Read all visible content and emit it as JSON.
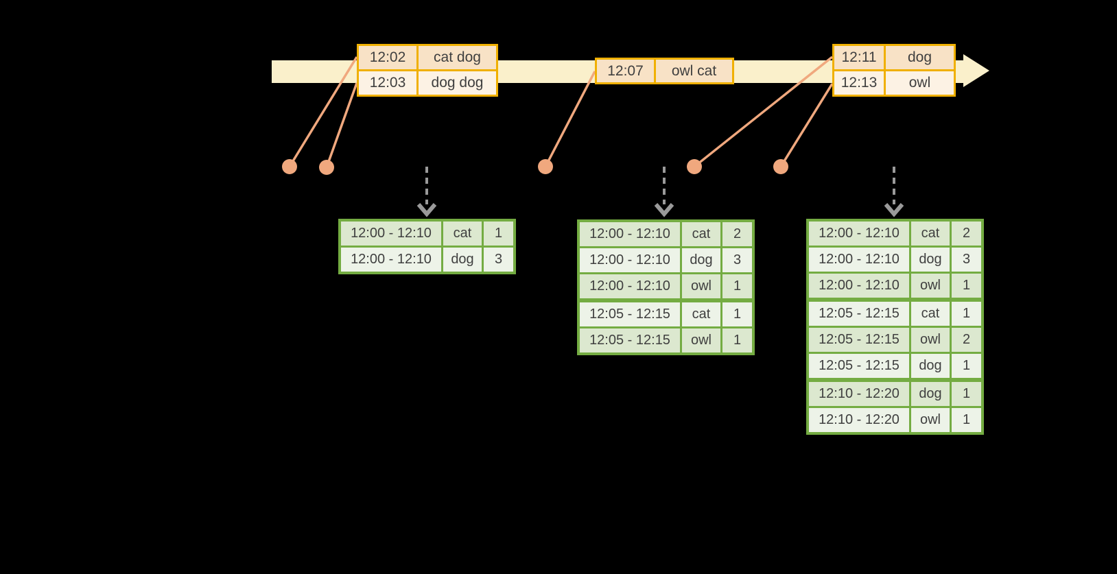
{
  "colors": {
    "background": "#000000",
    "band": "#FAF0CB",
    "event-border": "#F0B000",
    "event-row-dark": "#F8E2C6",
    "event-row-light": "#FCF2E4",
    "salmon": "#F0A87E",
    "green-border": "#74AC42",
    "green-row-dark": "#DCE8CF",
    "green-row-light": "#EDF3E8",
    "arrow-gray": "#9A9A9A",
    "text": "#3F3F3F"
  },
  "event_tables": [
    {
      "rows": [
        {
          "time": "12:02",
          "words": "cat dog"
        },
        {
          "time": "12:03",
          "words": "dog dog"
        }
      ]
    },
    {
      "rows": [
        {
          "time": "12:07",
          "words": "owl cat"
        }
      ]
    },
    {
      "rows": [
        {
          "time": "12:11",
          "words": "dog"
        },
        {
          "time": "12:13",
          "words": "owl"
        }
      ]
    }
  ],
  "result_tables": [
    {
      "rows": [
        {
          "window": "12:00 - 12:10",
          "word": "cat",
          "count": "1"
        },
        {
          "window": "12:00 - 12:10",
          "word": "dog",
          "count": "3"
        }
      ]
    },
    {
      "rows": [
        {
          "window": "12:00 - 12:10",
          "word": "cat",
          "count": "2"
        },
        {
          "window": "12:00 - 12:10",
          "word": "dog",
          "count": "3"
        },
        {
          "window": "12:00 - 12:10",
          "word": "owl",
          "count": "1",
          "sep": true
        },
        {
          "window": "12:05 - 12:15",
          "word": "cat",
          "count": "1"
        },
        {
          "window": "12:05 - 12:15",
          "word": "owl",
          "count": "1"
        }
      ]
    },
    {
      "rows": [
        {
          "window": "12:00 - 12:10",
          "word": "cat",
          "count": "2"
        },
        {
          "window": "12:00 - 12:10",
          "word": "dog",
          "count": "3"
        },
        {
          "window": "12:00 - 12:10",
          "word": "owl",
          "count": "1",
          "sep": true
        },
        {
          "window": "12:05 - 12:15",
          "word": "cat",
          "count": "1"
        },
        {
          "window": "12:05 - 12:15",
          "word": "owl",
          "count": "2"
        },
        {
          "window": "12:05 - 12:15",
          "word": "dog",
          "count": "1",
          "sep": true
        },
        {
          "window": "12:10 - 12:20",
          "word": "dog",
          "count": "1"
        },
        {
          "window": "12:10 - 12:20",
          "word": "owl",
          "count": "1"
        }
      ]
    }
  ]
}
